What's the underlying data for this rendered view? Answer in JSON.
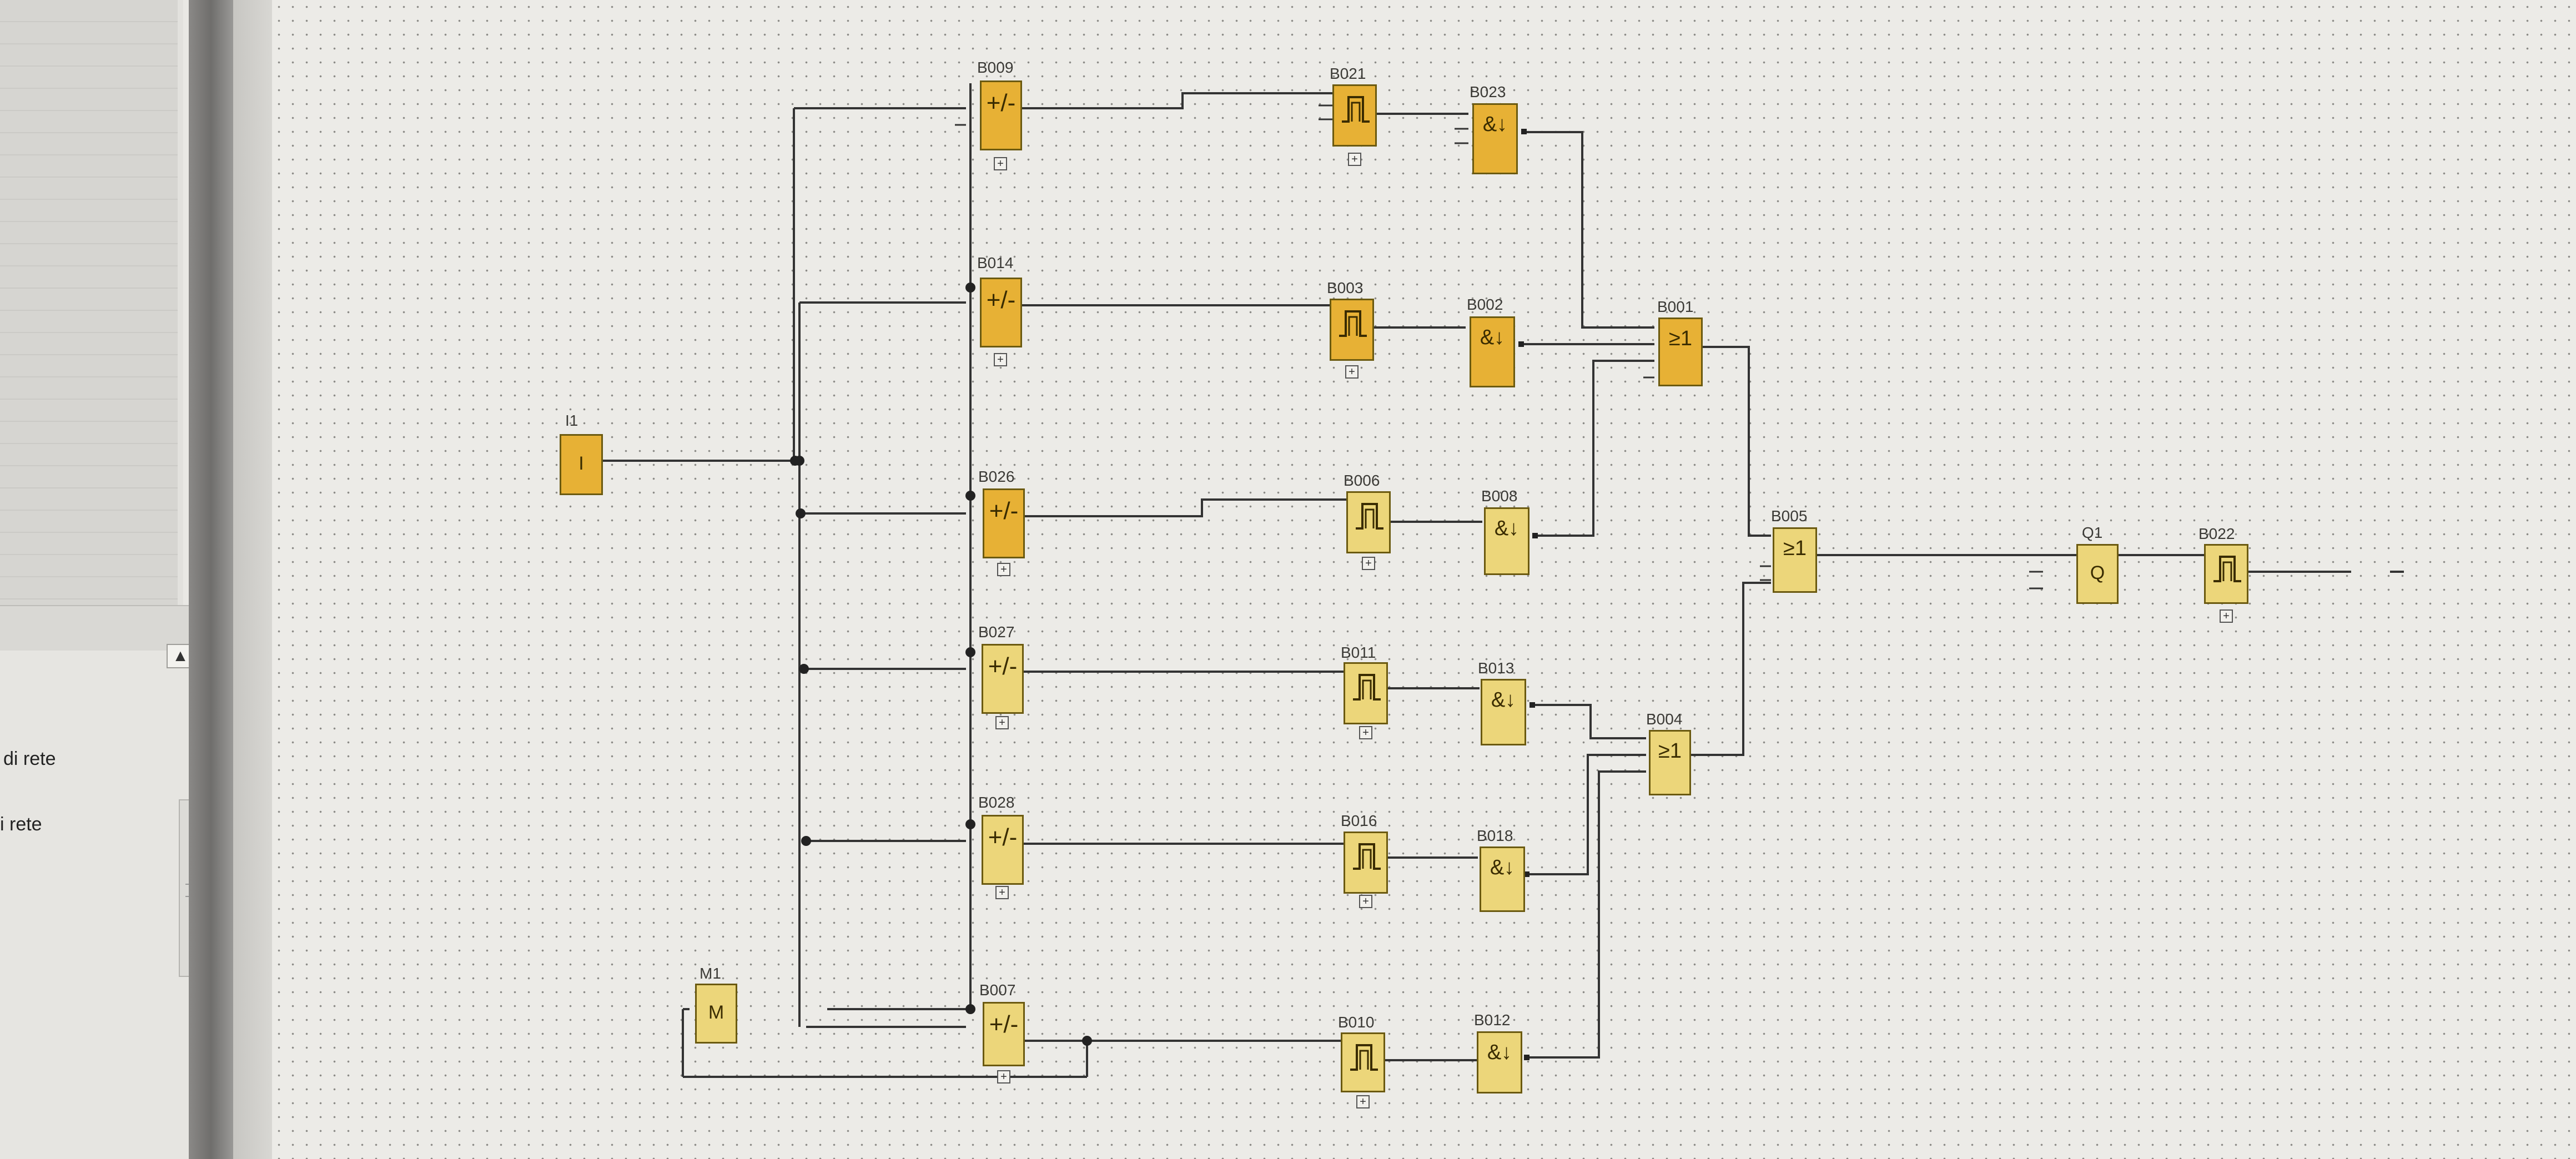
{
  "left_panel": {
    "item_1": "di rete",
    "item_2": "i rete",
    "collapse_glyph": "▲"
  },
  "colors": {
    "block_dark": "#e7b135",
    "block_light": "#ecd67a",
    "wire": "#333333",
    "grid_dot": "#8c8b87"
  },
  "icons": {
    "collapse": "chevron-up-icon",
    "cursor": "mouse-pointer-icon",
    "expand": "plus-box-icon"
  },
  "diagram": {
    "input": {
      "label": "I1",
      "symbol": "I"
    },
    "flag": {
      "label": "M1",
      "symbol": "M"
    },
    "output": {
      "label": "Q1",
      "symbol": "Q"
    },
    "symbols": {
      "counter": "+/-",
      "and_edge": "&↓",
      "or": "≥1"
    },
    "counters": [
      "B009",
      "B014",
      "B026",
      "B027",
      "B028",
      "B007"
    ],
    "timers": [
      "B021",
      "B003",
      "B006",
      "B011",
      "B016",
      "B010",
      "B022"
    ],
    "and_gates": [
      "B023",
      "B002",
      "B008",
      "B013",
      "B018",
      "B012"
    ],
    "or_gates": [
      "B001",
      "B005",
      "B004"
    ]
  }
}
